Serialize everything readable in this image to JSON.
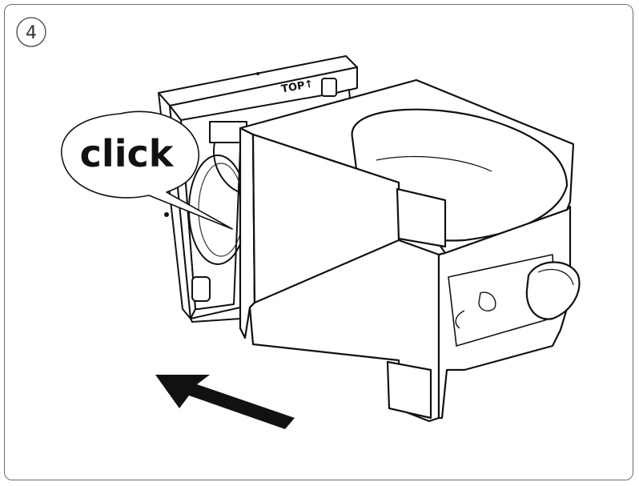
{
  "step": {
    "number": "4"
  },
  "callout": {
    "text": "click"
  },
  "device": {
    "top_label": "TOP↑"
  }
}
